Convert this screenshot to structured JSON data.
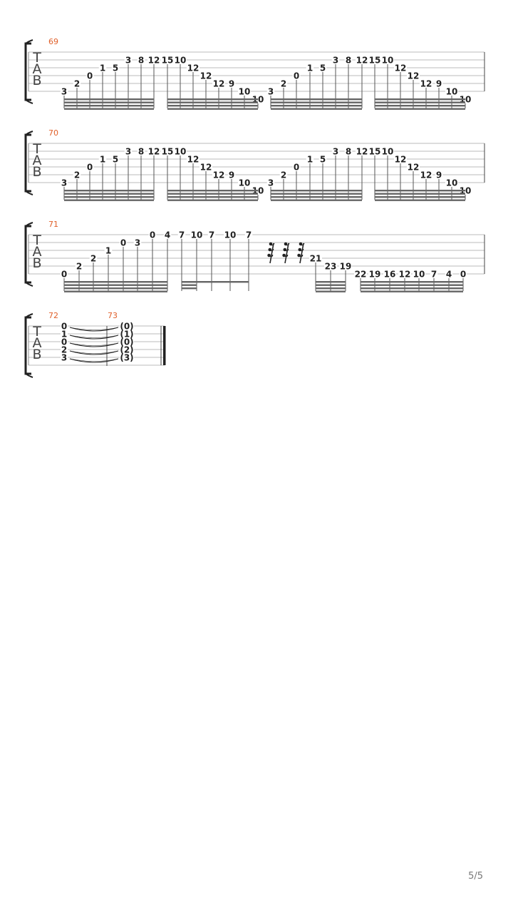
{
  "colors": {
    "measure_number": "#e0602a",
    "staff_line": "#bbbbbb",
    "ink": "#222222",
    "beam": "#666666"
  },
  "clef_letters": [
    "T",
    "A",
    "B"
  ],
  "page_number": "5/5",
  "systems": [
    {
      "measures": [
        "69"
      ],
      "notes": [
        {
          "s": 6,
          "f": "3"
        },
        {
          "s": 5,
          "f": "2"
        },
        {
          "s": 4,
          "f": "0"
        },
        {
          "s": 3,
          "f": "1"
        },
        {
          "s": 3,
          "f": "5"
        },
        {
          "s": 2,
          "f": "3"
        },
        {
          "s": 2,
          "f": "8"
        },
        {
          "s": 2,
          "f": "12"
        },
        {
          "s": 2,
          "f": "15"
        },
        {
          "s": 2,
          "f": "10"
        },
        {
          "s": 3,
          "f": "12"
        },
        {
          "s": 4,
          "f": "12"
        },
        {
          "s": 5,
          "f": "12"
        },
        {
          "s": 5,
          "f": "9"
        },
        {
          "s": 6,
          "f": "10"
        },
        {
          "s": 7,
          "f": "10"
        },
        {
          "s": 6,
          "f": "3"
        },
        {
          "s": 5,
          "f": "2"
        },
        {
          "s": 4,
          "f": "0"
        },
        {
          "s": 3,
          "f": "1"
        },
        {
          "s": 3,
          "f": "5"
        },
        {
          "s": 2,
          "f": "3"
        },
        {
          "s": 2,
          "f": "8"
        },
        {
          "s": 2,
          "f": "12"
        },
        {
          "s": 2,
          "f": "15"
        },
        {
          "s": 2,
          "f": "10"
        },
        {
          "s": 3,
          "f": "12"
        },
        {
          "s": 4,
          "f": "12"
        },
        {
          "s": 5,
          "f": "12"
        },
        {
          "s": 5,
          "f": "9"
        },
        {
          "s": 6,
          "f": "10"
        },
        {
          "s": 7,
          "f": "10"
        }
      ]
    },
    {
      "measures": [
        "70"
      ],
      "notes": [
        {
          "s": 6,
          "f": "3"
        },
        {
          "s": 5,
          "f": "2"
        },
        {
          "s": 4,
          "f": "0"
        },
        {
          "s": 3,
          "f": "1"
        },
        {
          "s": 3,
          "f": "5"
        },
        {
          "s": 2,
          "f": "3"
        },
        {
          "s": 2,
          "f": "8"
        },
        {
          "s": 2,
          "f": "12"
        },
        {
          "s": 2,
          "f": "15"
        },
        {
          "s": 2,
          "f": "10"
        },
        {
          "s": 3,
          "f": "12"
        },
        {
          "s": 4,
          "f": "12"
        },
        {
          "s": 5,
          "f": "12"
        },
        {
          "s": 5,
          "f": "9"
        },
        {
          "s": 6,
          "f": "10"
        },
        {
          "s": 7,
          "f": "10"
        },
        {
          "s": 6,
          "f": "3"
        },
        {
          "s": 5,
          "f": "2"
        },
        {
          "s": 4,
          "f": "0"
        },
        {
          "s": 3,
          "f": "1"
        },
        {
          "s": 3,
          "f": "5"
        },
        {
          "s": 2,
          "f": "3"
        },
        {
          "s": 2,
          "f": "8"
        },
        {
          "s": 2,
          "f": "12"
        },
        {
          "s": 2,
          "f": "15"
        },
        {
          "s": 2,
          "f": "10"
        },
        {
          "s": 3,
          "f": "12"
        },
        {
          "s": 4,
          "f": "12"
        },
        {
          "s": 5,
          "f": "12"
        },
        {
          "s": 5,
          "f": "9"
        },
        {
          "s": 6,
          "f": "10"
        },
        {
          "s": 7,
          "f": "10"
        }
      ]
    },
    {
      "measures": [
        "71"
      ],
      "notes": [
        {
          "s": 6,
          "f": "0"
        },
        {
          "s": 5,
          "f": "2"
        },
        {
          "s": 4,
          "f": "2"
        },
        {
          "s": 3,
          "f": "1"
        },
        {
          "s": 2,
          "f": "0"
        },
        {
          "s": 2,
          "f": "3"
        },
        {
          "s": 1,
          "f": "0"
        },
        {
          "s": 1,
          "f": "4"
        },
        {
          "s": 1,
          "f": "7"
        },
        {
          "s": 1,
          "f": "10"
        },
        {
          "s": 1,
          "f": "7"
        },
        {
          "s": 1,
          "f": "10"
        },
        {
          "s": 1,
          "f": "7"
        },
        {
          "s": 4,
          "f": "21"
        },
        {
          "s": 5,
          "f": "23"
        },
        {
          "s": 5,
          "f": "19"
        },
        {
          "s": 6,
          "f": "22"
        },
        {
          "s": 6,
          "f": "19"
        },
        {
          "s": 6,
          "f": "16"
        },
        {
          "s": 6,
          "f": "12"
        },
        {
          "s": 6,
          "f": "10"
        },
        {
          "s": 6,
          "f": "7"
        },
        {
          "s": 6,
          "f": "4"
        },
        {
          "s": 6,
          "f": "0"
        }
      ]
    },
    {
      "measures": [
        "72",
        "73"
      ],
      "chord": [
        "0",
        "1",
        "0",
        "2",
        "3"
      ],
      "tied_chord": [
        "(0)",
        "(1)",
        "(0)",
        "(2)",
        "(3)"
      ]
    }
  ]
}
